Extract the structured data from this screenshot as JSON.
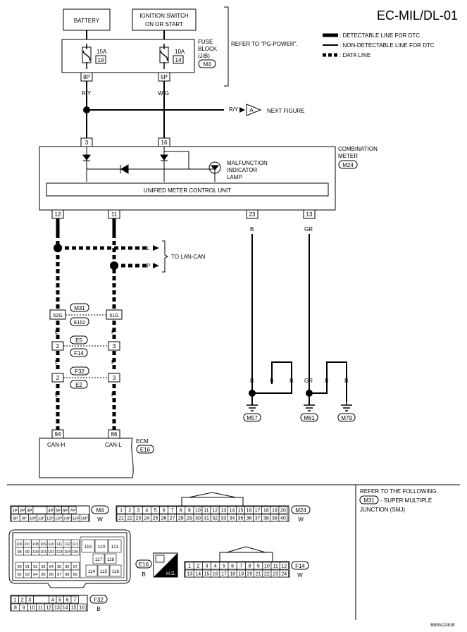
{
  "diagram": {
    "title": "EC-MIL/DL-01",
    "legend": {
      "detectable": ": DETECTABLE LINE FOR DTC",
      "non_detectable": ": NON-DETECTABLE LINE FOR DTC",
      "data_line": ": DATA LINE"
    },
    "power": {
      "battery": "BATTERY",
      "ignition_line1": "IGNITION SWITCH",
      "ignition_line2": "ON OR START",
      "refer": "REFER TO \"PG-POWER\".",
      "fuse_block_line1": "FUSE",
      "fuse_block_line2": "BLOCK",
      "fuse_block_line3": "(J/B)",
      "fuse_block_conn": "M4",
      "fuse1_amp": "15A",
      "fuse1_num": "19",
      "fuse2_amp": "10A",
      "fuse2_num": "14",
      "pin_8p": "8P",
      "pin_5p": "5P",
      "wire_ry": "R/Y",
      "wire_wg": "W/G"
    },
    "next_figure": {
      "wire": "R/Y",
      "connector": "A",
      "label": "NEXT FIGURE"
    },
    "meter": {
      "name_line1": "COMBINATION",
      "name_line2": "METER",
      "connector": "M24",
      "pin_top_left": "3",
      "pin_top_right": "16",
      "lamp_line1": "MALFUNCTION",
      "lamp_line2": "INDICATOR",
      "lamp_line3": "LAMP",
      "unit": "UNIFIED METER CONTROL UNIT",
      "pins_bottom": [
        "12",
        "11",
        "23",
        "13"
      ],
      "wires_bottom": [
        "L",
        "P",
        "B",
        "GR"
      ]
    },
    "lan_can": {
      "wire_l": "L",
      "wire_p": "P",
      "label": "TO LAN-CAN"
    },
    "junctions": {
      "j1_left_pin": "52G",
      "j1_right_pin": "51G",
      "j1_conn_top": "M31",
      "j1_conn_bottom": "E152",
      "j2_left_pin": "2",
      "j2_right_pin": "3",
      "j2_conn_top": "E5",
      "j2_conn_bottom": "F14",
      "j3_left_pin": "2",
      "j3_right_pin": "3",
      "j3_conn_top": "F32",
      "j3_conn_bottom": "E2",
      "wire_l": "L",
      "wire_p": "P"
    },
    "grounds": {
      "wire_b": "B",
      "wire_gr": "GR",
      "ground1": "M57",
      "ground2": "M61",
      "ground3": "M79"
    },
    "ecm": {
      "name": "ECM",
      "connector": "E16",
      "pin_left": "94",
      "pin_right": "86",
      "label_left": "CAN-H",
      "label_right": "CAN-L"
    }
  },
  "connectors": {
    "m4": {
      "name": "M4",
      "color": "W",
      "row1": [
        "1P",
        "2P",
        "3P",
        "",
        "4P",
        "5P",
        "6P",
        "7P"
      ],
      "row2": [
        "8P",
        "9P",
        "10P",
        "11P",
        "12P",
        "13P",
        "14P",
        "15P",
        "16P"
      ]
    },
    "m24": {
      "name": "M24",
      "color": "W",
      "row1": [
        "1",
        "2",
        "3",
        "4",
        "5",
        "6",
        "7",
        "8",
        "9",
        "10",
        "11",
        "12",
        "13",
        "14",
        "15",
        "16",
        "17",
        "18",
        "19",
        "20"
      ],
      "row2": [
        "21",
        "22",
        "23",
        "24",
        "25",
        "26",
        "27",
        "28",
        "29",
        "30",
        "31",
        "32",
        "33",
        "34",
        "35",
        "36",
        "37",
        "38",
        "39",
        "40"
      ]
    },
    "e16": {
      "name": "E16",
      "color": "B",
      "row1": [
        "106",
        "107",
        "108",
        "109",
        "110",
        "111",
        "112",
        "113"
      ],
      "row2": [
        "98",
        "99",
        "100",
        "101",
        "102",
        "103",
        "104",
        "105"
      ],
      "row3": [
        "90",
        "91",
        "92",
        "93",
        "94",
        "95",
        "96",
        "97"
      ],
      "row4": [
        "82",
        "83",
        "84",
        "85",
        "86",
        "87",
        "88",
        "89"
      ],
      "col_a": [
        "119",
        "120",
        "121"
      ],
      "col_b": [
        "117",
        "118"
      ],
      "col_c": [
        "114",
        "115",
        "116"
      ]
    },
    "hs": "H.S.",
    "f14": {
      "name": "F14",
      "color": "W",
      "row1": [
        "1",
        "2",
        "3",
        "4",
        "5",
        "6",
        "7",
        "8",
        "9",
        "10",
        "11",
        "12"
      ],
      "row2": [
        "13",
        "14",
        "15",
        "16",
        "17",
        "18",
        "19",
        "20",
        "21",
        "22",
        "23",
        "24"
      ]
    },
    "f32": {
      "name": "F32",
      "color": "B",
      "row1": [
        "1",
        "2",
        "3",
        "",
        "4",
        "5",
        "6",
        "7"
      ],
      "row2": [
        "8",
        "9",
        "10",
        "11",
        "12",
        "13",
        "14",
        "15",
        "16"
      ]
    },
    "refer": {
      "line1": "REFER TO THE FOLLOWING.",
      "conn": "M31",
      "line2": "- SUPER MULTIPLE",
      "line3": "JUNCTION (SMJ)"
    },
    "code": "BBWA2381E"
  }
}
